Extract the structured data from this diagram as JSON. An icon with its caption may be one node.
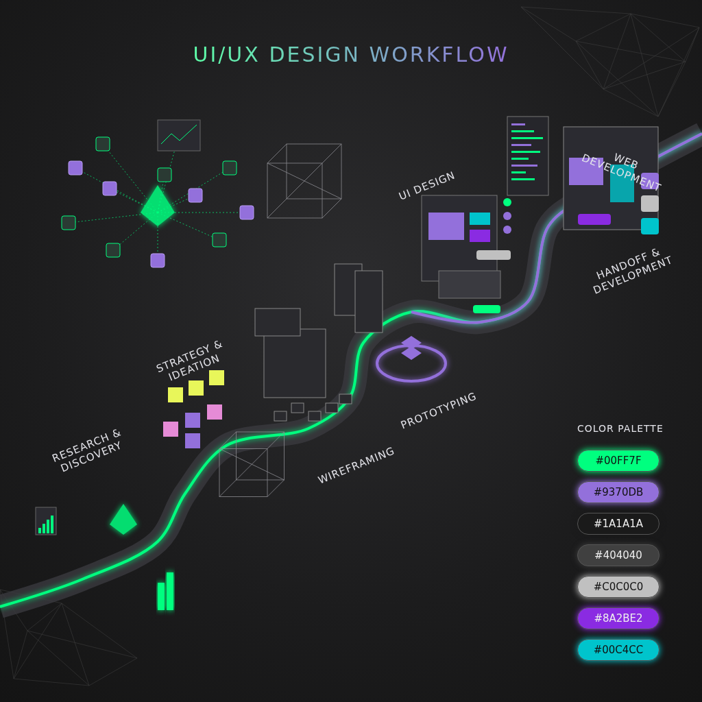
{
  "diagram": {
    "title": "UI/UX DESIGN WORKFLOW",
    "labels": [
      "UI DESIGN",
      "WEB DEVELOPMENT",
      "HANDOFF & DEVELOPMENT",
      "STRATEGY & IDEATION",
      "PROTOTYPING",
      "RESEARCH & DISCOVERY",
      "WIREFRAMING",
      "COLOR PALETTE"
    ],
    "legend": [
      {
        "text": "#00FF7F",
        "color": "#00ff7f"
      },
      {
        "text": "#9370DB",
        "color": "#9370db"
      },
      {
        "text": "#1A1A1A",
        "color": "#1a1a1a"
      },
      {
        "text": "#404040",
        "color": "#404040"
      },
      {
        "text": "#C0C0C0",
        "color": "#c0c0c0"
      },
      {
        "text": "#8A2BE2",
        "color": "#8a2be2"
      },
      {
        "text": "#00C4CC",
        "color": "#00c4cc"
      }
    ]
  }
}
